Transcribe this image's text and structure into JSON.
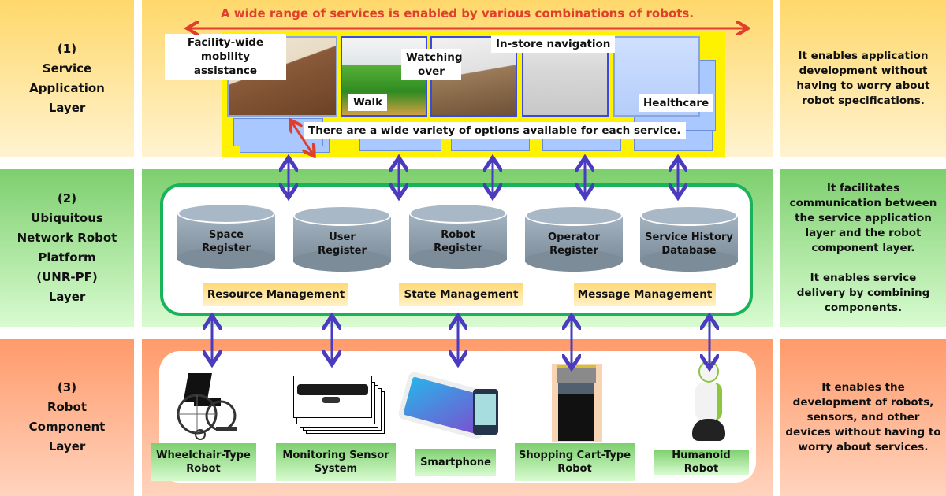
{
  "layers": [
    {
      "number": "(1)",
      "name_lines": [
        "Service",
        "Application",
        "Layer"
      ],
      "description": [
        "It enables application development without having to worry about robot specifications."
      ]
    },
    {
      "number": "(2)",
      "name_lines": [
        "Ubiquitous",
        "Network Robot",
        "Platform",
        "(UNR-PF)",
        "Layer"
      ],
      "description": [
        "It facilitates communication between the service application layer and the robot component layer.",
        "It enables service delivery by combining components."
      ]
    },
    {
      "number": "(3)",
      "name_lines": [
        "Robot",
        "Component",
        "Layer"
      ],
      "description": [
        "It enables the development of robots, sensors, and other devices without having to worry about services."
      ]
    }
  ],
  "service_layer": {
    "headline": "A wide range of services is enabled by various combinations of robots.",
    "options_note": "There are a wide variety of options available for each service.",
    "services": [
      {
        "label": "Facility-wide mobility assistance",
        "icon": "wheelchair-hallway-scene"
      },
      {
        "label": "Walk",
        "icon": "garden-walk-scene"
      },
      {
        "label": "Watching over",
        "icon": "bedroom-scene"
      },
      {
        "label": "In-store navigation",
        "icon": "store-scene"
      },
      {
        "label": "Healthcare",
        "icon": "telemedicine-scene"
      }
    ],
    "colors": {
      "accent_red": "#e0402b",
      "panel_yellow": "#fff200",
      "card_blue": "#a8c8ff"
    }
  },
  "platform_layer": {
    "registers": [
      {
        "line1": "Space",
        "line2": "Register"
      },
      {
        "line1": "User",
        "line2": "Register"
      },
      {
        "line1": "Robot",
        "line2": "Register"
      },
      {
        "line1": "Operator",
        "line2": "Register"
      },
      {
        "line1": "Service History",
        "line2": "Database"
      }
    ],
    "management": [
      "Resource Management",
      "State Management",
      "Message Management"
    ],
    "colors": {
      "border_green": "#19b35a",
      "cylinder": "#8e9eac"
    }
  },
  "component_layer": {
    "components": [
      {
        "label_lines": [
          "Wheelchair-Type",
          "Robot"
        ],
        "icon": "wheelchair"
      },
      {
        "label_lines": [
          "Monitoring Sensor",
          "System"
        ],
        "icon": "depth-sensor"
      },
      {
        "label_lines": [
          "Smartphone"
        ],
        "icon": "tablet-and-phone"
      },
      {
        "label_lines": [
          "Shopping Cart-Type",
          "Robot"
        ],
        "icon": "cart-robot"
      },
      {
        "label_lines": [
          "Humanoid Robot"
        ],
        "icon": "humanoid-robot"
      }
    ]
  },
  "arrow_color": "#4a3bbf"
}
